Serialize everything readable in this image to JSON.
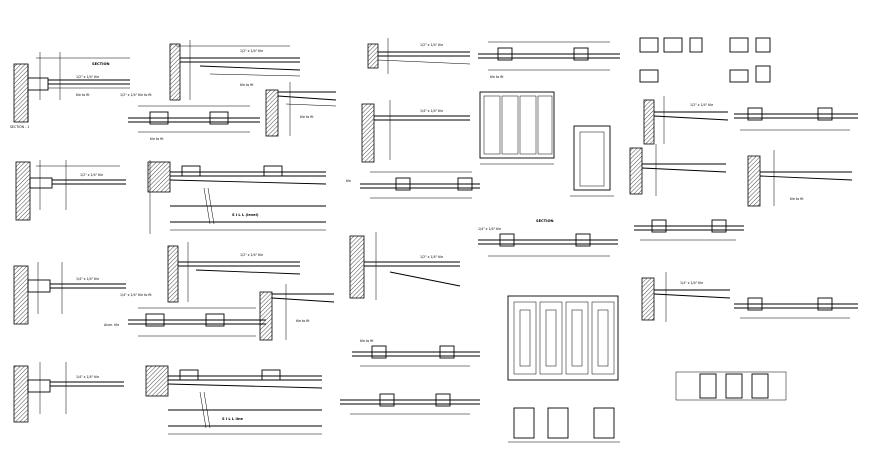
{
  "drawing": {
    "title": "",
    "note_labels": [
      "1/2\" x 1/4\" tile to fit",
      "1/4\" x 1/4\" tile to fit"
    ],
    "sill_labels": [
      "S I L L (level)",
      "S I L L  line"
    ],
    "detail_label": "SECTION"
  }
}
